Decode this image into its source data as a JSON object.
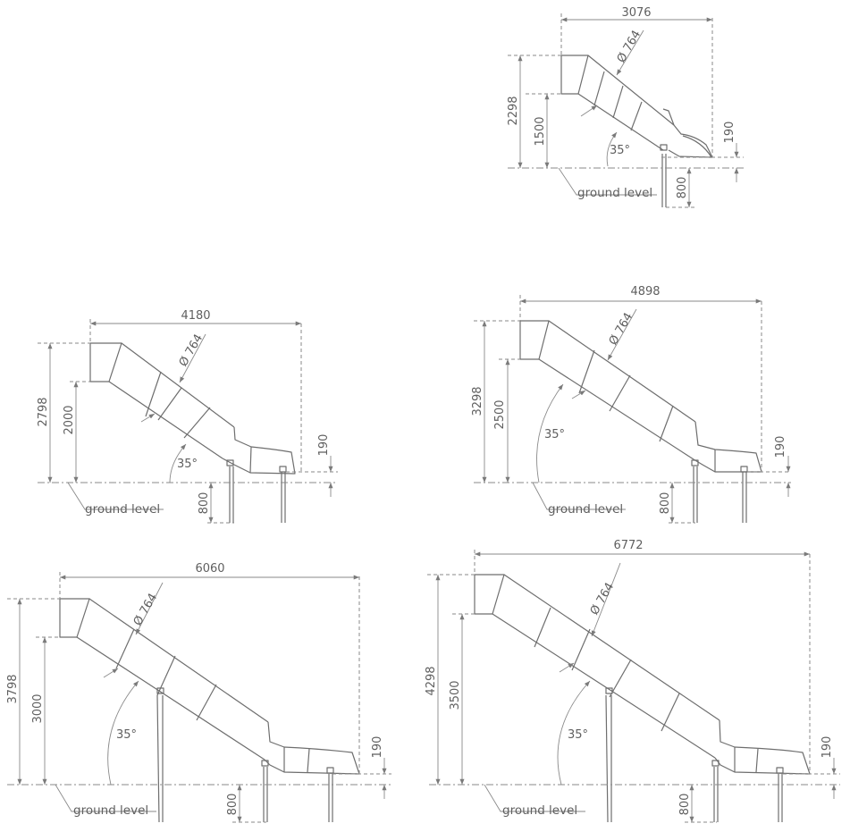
{
  "diagrams": [
    {
      "id": "slide-1500",
      "width": "3076",
      "total_height": "2298",
      "platform_height": "1500",
      "exit_height": "190",
      "diameter": "Ø 764",
      "angle": "35°",
      "foundation_depth": "800",
      "ground_label": "ground level"
    },
    {
      "id": "slide-2000",
      "width": "4180",
      "total_height": "2798",
      "platform_height": "2000",
      "exit_height": "190",
      "diameter": "Ø 764",
      "angle": "35°",
      "foundation_depth": "800",
      "ground_label": "ground level"
    },
    {
      "id": "slide-2500",
      "width": "4898",
      "total_height": "3298",
      "platform_height": "2500",
      "exit_height": "190",
      "diameter": "Ø 764",
      "angle": "35°",
      "foundation_depth": "800",
      "ground_label": "ground level"
    },
    {
      "id": "slide-3000",
      "width": "6060",
      "total_height": "3798",
      "platform_height": "3000",
      "exit_height": "190",
      "diameter": "Ø 764",
      "angle": "35°",
      "foundation_depth": "800",
      "ground_label": "ground level"
    },
    {
      "id": "slide-3500",
      "width": "6772",
      "total_height": "4298",
      "platform_height": "3500",
      "exit_height": "190",
      "diameter": "Ø 764",
      "angle": "35°",
      "foundation_depth": "800",
      "ground_label": "ground level"
    }
  ],
  "colors": {
    "line": "#6e6e6e",
    "text": "#5f5f5f",
    "background": "#ffffff"
  }
}
